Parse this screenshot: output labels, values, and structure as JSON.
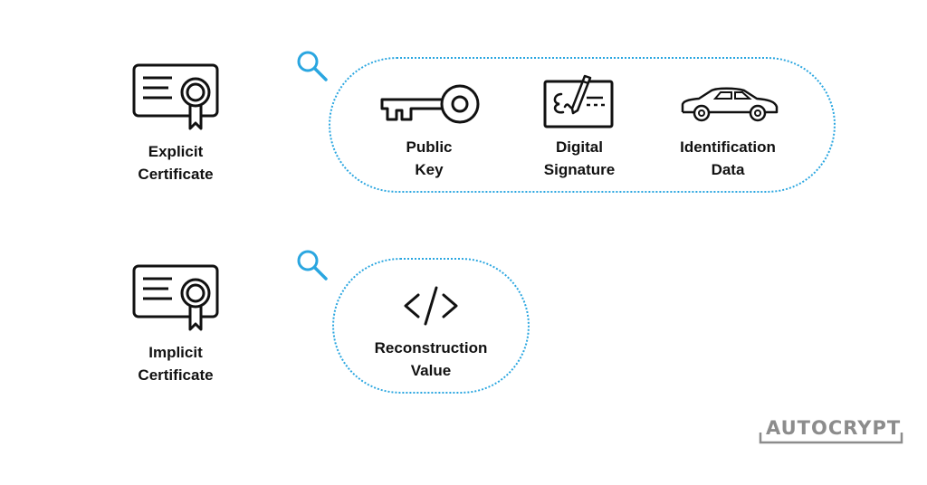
{
  "explicit": {
    "label_line1": "Explicit",
    "label_line2": "Certificate",
    "items": [
      {
        "line1": "Public",
        "line2": "Key",
        "icon": "key-icon"
      },
      {
        "line1": "Digital",
        "line2": "Signature",
        "icon": "signature-icon"
      },
      {
        "line1": "Identification",
        "line2": "Data",
        "icon": "car-icon"
      }
    ]
  },
  "implicit": {
    "label_line1": "Implicit",
    "label_line2": "Certificate",
    "items": [
      {
        "line1": "Reconstruction",
        "line2": "Value",
        "icon": "code-icon"
      }
    ]
  },
  "brand": {
    "name": "AUTOCRYPT"
  },
  "colors": {
    "accent": "#2aa6e0",
    "ink": "#111111",
    "logo": "#8c8c8c"
  },
  "icons": {
    "certificate": "certificate-icon",
    "magnifier": "magnifier-icon"
  }
}
